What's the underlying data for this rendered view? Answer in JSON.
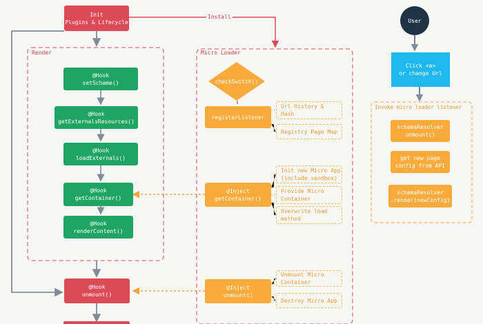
{
  "nodes": {
    "init": "Init\nPlugins & Lifecycle",
    "hook_setschame": "@Hook\nsetSchame()",
    "hook_getexternalsresources": "@Hook\ngetExternalsResources()",
    "hook_loadexternals": "@Hook\nloadExternals()",
    "hook_getcontainer": "@Hook\ngetContainer()",
    "hook_rendercontent": "@Hook\nrenderContent()",
    "hook_unmount": "@Hook\nunmount()",
    "checkswitch": "checkSwitch()",
    "registerlistener": "registerListener",
    "inject_getcontainer": "@Inject\ngetContainer()",
    "inject_unmount": "@Inject\nunmount()",
    "user": "User",
    "click": "Click <a>\nor change Url",
    "schemaresolver_unmount": "schemaResolver\nunmount()",
    "get_new_page_config": "get new page\nconfig from API",
    "schemaresolver_render": "schemaResolver\n.render(newConfig)"
  },
  "notes": {
    "url_history": "Url History &\nHash",
    "registry_page_map": "Registry Page Map",
    "init_new_micro_app": "Init new Micro App\n(include sandbox)",
    "provide_micro_container": "Provide Micro\nContainer",
    "overwrite_load_method": "Overwrite load\nmethod",
    "unmount_micro_container": "Unmount Micro\nContainer",
    "destroy_micro_app": "Destroy Micro App"
  },
  "groups": {
    "render": "Render",
    "micro_loader": "Micro Loader",
    "invoke_listener": "Invoke micro loader listener"
  },
  "edge_labels": {
    "install": "Install"
  },
  "colors": {
    "red": "#dd4a57",
    "green": "#20a464",
    "orange": "#f8aa3a",
    "blue": "#1eb8ee",
    "navy": "#1f3347",
    "edge": "#7f8c96",
    "dashed_group": "#e0707a"
  }
}
